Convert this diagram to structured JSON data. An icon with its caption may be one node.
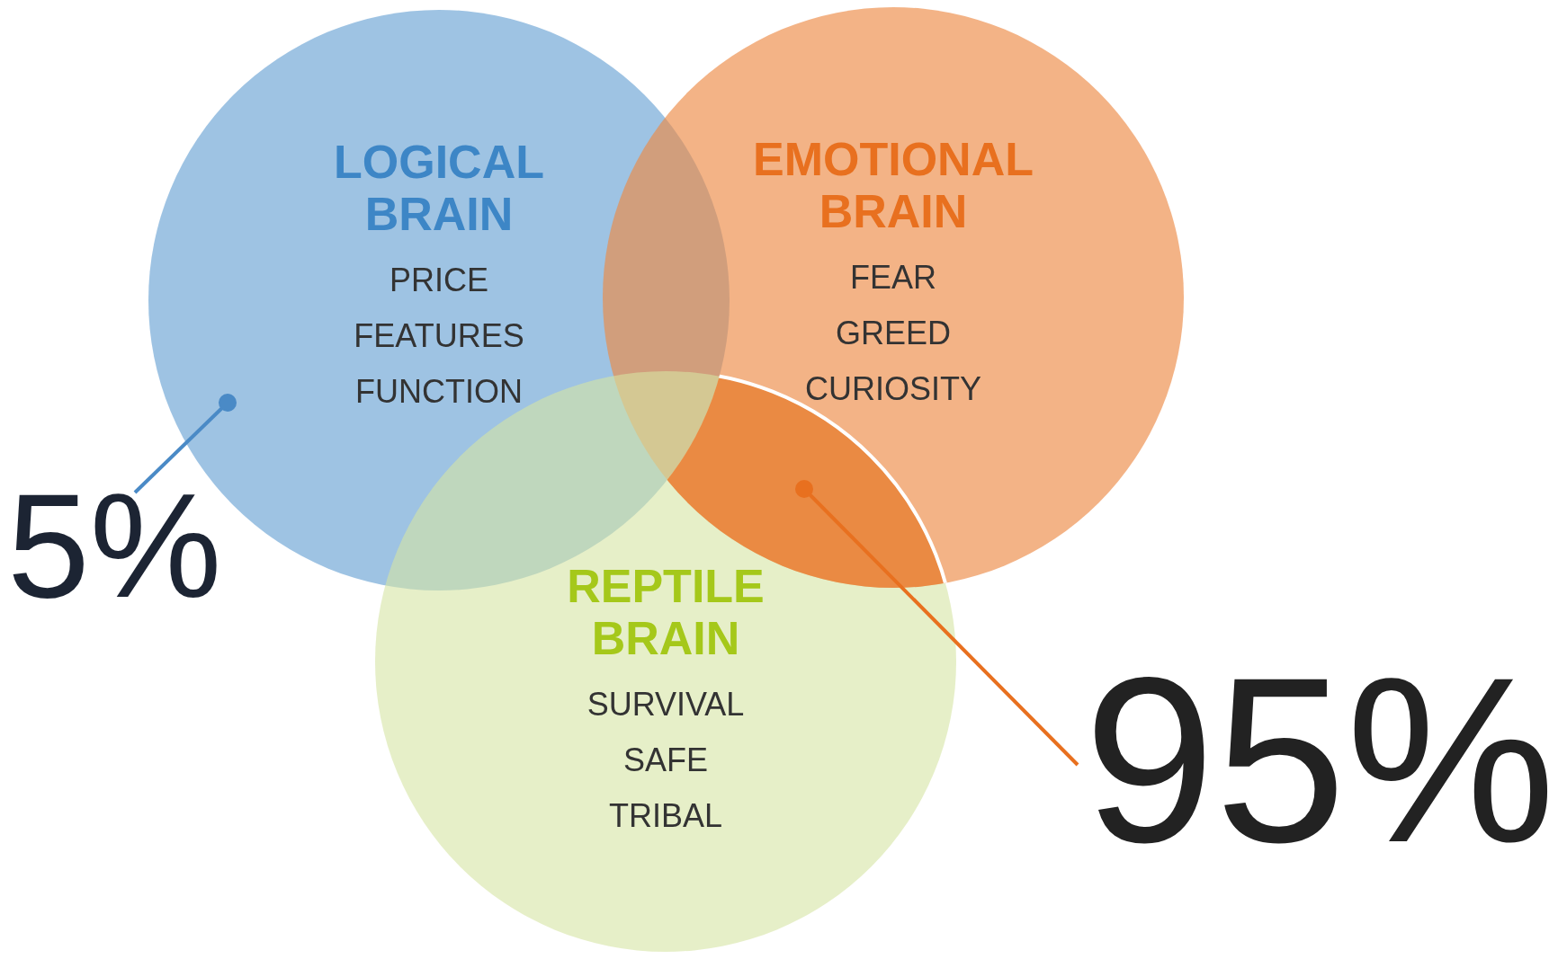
{
  "diagram": {
    "nodes": [
      {
        "text": [
          "LOGICAL BRAIN",
          "PRICE",
          "FEATURES",
          "FUNCTION"
        ]
      },
      {
        "text": [
          "EMOTIONAL BRAIN",
          "FEAR",
          "GREED",
          "CURIOSITY"
        ]
      },
      {
        "text": [
          "REPTILE BRAIN",
          "SURVIVAL",
          "SAFE",
          "TRIBAL"
        ]
      },
      {
        "text": [],
        "shape": "lens"
      },
      {
        "text": [
          "5%"
        ]
      },
      {
        "text": [
          "95%"
        ]
      }
    ],
    "edges": [
      {
        "from": 4,
        "to": 0,
        "arrow": "other",
        "color": "#4a8ac6"
      },
      {
        "from": 5,
        "to": 3,
        "arrow": "other",
        "color": "#e8701f"
      }
    ]
  }
}
